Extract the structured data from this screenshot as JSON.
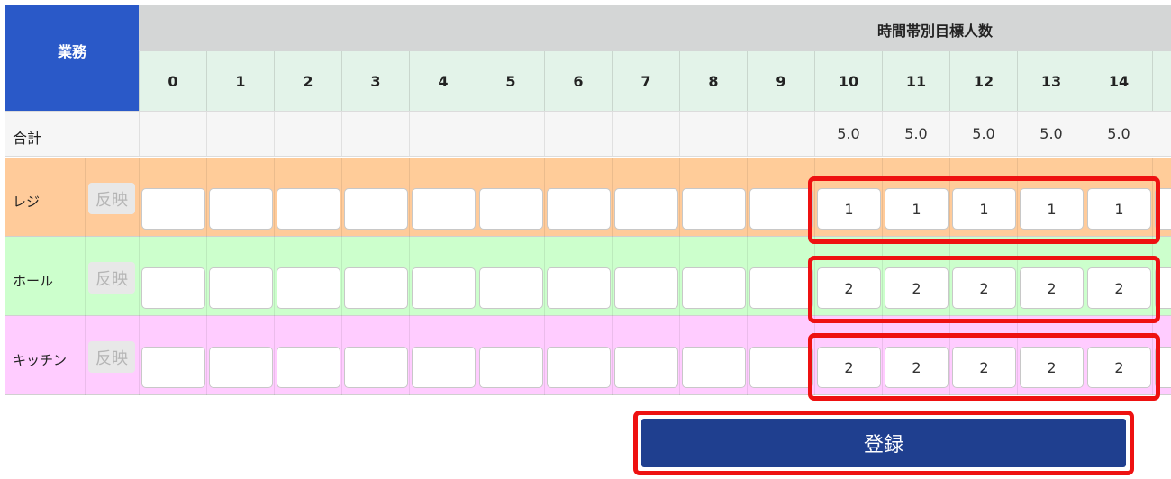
{
  "header": {
    "gyomu_label": "業務",
    "title": "時間帯別目標人数",
    "hours": [
      "0",
      "1",
      "2",
      "3",
      "4",
      "5",
      "6",
      "7",
      "8",
      "9",
      "10",
      "11",
      "12",
      "13",
      "14"
    ]
  },
  "total_row": {
    "label": "合計",
    "values": [
      "",
      "",
      "",
      "",
      "",
      "",
      "",
      "",
      "",
      "",
      "5.0",
      "5.0",
      "5.0",
      "5.0",
      "5.0"
    ]
  },
  "rows": [
    {
      "name": "レジ",
      "reflect_label": "反映",
      "bg_color": "#ffcb9a",
      "band_color": "#ffcc99",
      "values": [
        "",
        "",
        "",
        "",
        "",
        "",
        "",
        "",
        "",
        "",
        "1",
        "1",
        "1",
        "1",
        "1"
      ]
    },
    {
      "name": "ホール",
      "reflect_label": "反映",
      "bg_color": "#ccffcc",
      "band_color": "#ccffcc",
      "values": [
        "",
        "",
        "",
        "",
        "",
        "",
        "",
        "",
        "",
        "",
        "2",
        "2",
        "2",
        "2",
        "2"
      ]
    },
    {
      "name": "キッチン",
      "reflect_label": "反映",
      "bg_color": "#ffccff",
      "band_color": "#ffccff",
      "values": [
        "",
        "",
        "",
        "",
        "",
        "",
        "",
        "",
        "",
        "",
        "2",
        "2",
        "2",
        "2",
        "2"
      ]
    }
  ],
  "submit": {
    "label": "登録"
  },
  "colors": {
    "header_blue": "#2a59c8",
    "title_gray": "#d4d6d6",
    "hour_green": "#e3f3e9",
    "submit_navy": "#1f3f8f",
    "highlight_red": "#ee1111"
  }
}
